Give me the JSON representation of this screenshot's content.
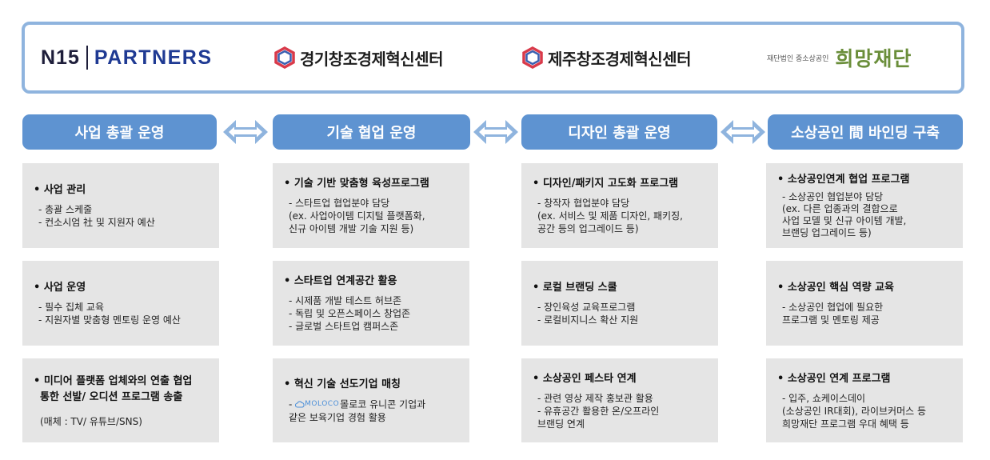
{
  "header": {
    "n15_part1": "N15",
    "n15_part2": "PARTNERS",
    "gyeonggi": "경기창조경제혁신센터",
    "jeju": "제주창조경제혁신센터",
    "huimang_small": "재단법인 중소상공인",
    "huimang_big": "희망재단"
  },
  "phases": [
    {
      "label": "사업 총괄 운영"
    },
    {
      "label": "기술 협업 운영"
    },
    {
      "label": "디자인 총괄 운영"
    },
    {
      "label": "소상공인 間 바인딩 구축"
    }
  ],
  "columns": [
    {
      "boxes": [
        {
          "title": "• 사업 관리",
          "items": [
            "- 총괄 스케줄",
            "- 컨소시엄 社 및 지원자 예산"
          ]
        },
        {
          "title": "• 사업 운영",
          "items": [
            "- 필수 집체 교육",
            "- 지원자별 맞춤형 멘토링 운영 예산"
          ]
        },
        {
          "title": "• 미디어 플랫폼 업체와의 연출 협업",
          "title2": "통한 선발/ 오디션 프로그램 송출",
          "note": "(매체 : TV/ 유튜브/SNS)"
        }
      ]
    },
    {
      "boxes": [
        {
          "title": "• 기술 기반 맞춤형 육성프로그램",
          "items": [
            "- 스타트업 협업분야 담당",
            " (ex. 사업아이템 디지털 플랫폼화,",
            " 신규 아이템 개발 기술 지원 등)"
          ]
        },
        {
          "title": "• 스타트업 연계공간 활용",
          "items": [
            "- 시제품 개발 테스트 허브존",
            "- 독립 및 오픈스페이스 창업존",
            "- 글로벌 스타트업 캠퍼스존"
          ]
        },
        {
          "title": "• 혁신 기술 선도기업 매칭",
          "moloco": "MOLOCO",
          "items": [
            "몰로코 유니콘 기업과",
            " 같은 보육기업 경험 활용"
          ]
        }
      ]
    },
    {
      "boxes": [
        {
          "title": "• 디자인/패키지 고도화 프로그램",
          "items": [
            "- 창작자 협업분야 담당",
            " (ex. 서비스 및 제품 디자인, 패키징,",
            " 공간 등의 업그레이드 등)"
          ]
        },
        {
          "title": "• 로컬 브랜딩 스쿨",
          "items": [
            "- 장인육성 교육프로그램",
            "- 로컬비지니스 확산 지원"
          ]
        },
        {
          "title": "• 소상공인 페스타 연계",
          "items": [
            "- 관련 영상 제작 홍보관 활용",
            "- 유휴공간 활용한 온/오프라인",
            "  브랜딩 연계"
          ]
        }
      ]
    },
    {
      "boxes": [
        {
          "title": "• 소상공인연계 협업 프로그램",
          "items": [
            "- 소상공인 협업분야 담당",
            " (ex. 다른 업종과의 결합으로",
            "  사업 모델 및 신규 아이템 개발,",
            "  브랜딩 업그레이드 등)"
          ]
        },
        {
          "title": "• 소상공인 핵심 역량 교육",
          "items": [
            "- 소상공인 협업에 필요한",
            "  프로그램 및 멘토링 제공"
          ]
        },
        {
          "title": "• 소상공인 연계 프로그램",
          "items": [
            "- 입주, 쇼케이스데이",
            " (소상공인 IR대회), 라이브커머스 등",
            " 희망재단 프로그램 우대 혜택 등"
          ]
        }
      ]
    }
  ],
  "colors": {
    "phase": "#5e93d1",
    "arrow": "#8fb4de",
    "box": "#e5e5e5",
    "border": "#8fb4de"
  },
  "icons": [
    "double-arrow-icon",
    "moloco-cloud-icon",
    "creative-center-ring-icon"
  ]
}
